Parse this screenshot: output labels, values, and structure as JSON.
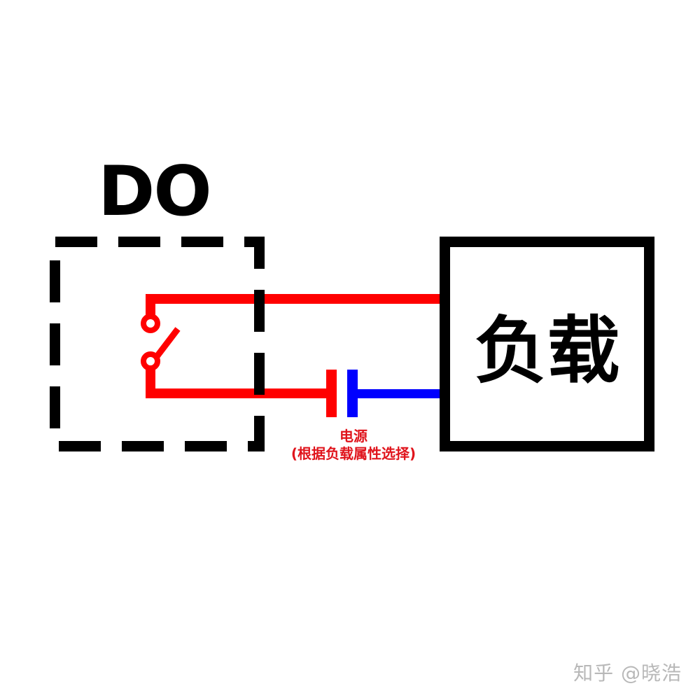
{
  "diagram": {
    "do_module": {
      "label": "DO",
      "border_style": "dashed",
      "border_color": "#000000"
    },
    "load": {
      "label": "负载",
      "border_color": "#000000"
    },
    "power_source": {
      "label": "电源",
      "note": "(根据负载属性选择)",
      "label_color": "#e0141c",
      "positive_color": "#ff0000",
      "negative_color": "#0000ff"
    },
    "switch": {
      "type": "normally-open contact",
      "color": "#ff0000"
    },
    "wires": [
      {
        "from": "switch-top",
        "to": "load",
        "color": "#ff0000"
      },
      {
        "from": "switch-bottom",
        "to": "power-source-positive",
        "color": "#ff0000"
      },
      {
        "from": "power-source-negative",
        "to": "load",
        "color": "#0000ff"
      }
    ]
  },
  "watermark": {
    "text": "知乎 @晓浩"
  }
}
